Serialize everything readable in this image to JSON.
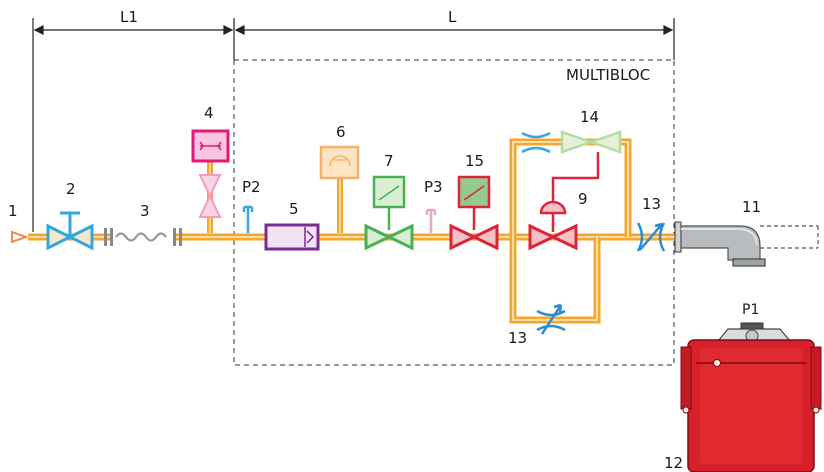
{
  "labels": {
    "dim_l1": "L1",
    "dim_l": "L",
    "multibloc": "MULTIBLOC",
    "n1": "1",
    "n2": "2",
    "n3": "3",
    "n4": "4",
    "n5": "5",
    "n6": "6",
    "n7": "7",
    "n9": "9",
    "n11": "11",
    "n12": "12",
    "n13_right": "13",
    "n13_bottom": "13",
    "n14": "14",
    "n15": "15",
    "p1": "P1",
    "p2": "P2",
    "p3": "P3"
  },
  "colors": {
    "gas_pipe": "#f4a630",
    "pipe_highlight": "#fff3c4",
    "inlet_arrow": "#f08a4b",
    "manual_valve": "#34a7dc",
    "filter": "#e21b7a",
    "pressure_regulator": "#7b2d8e",
    "gauge": "#f6b26b",
    "safety_valve": "#4caf50",
    "main_valve": "#d9263a",
    "adjuster": "#2b8ccf",
    "burner_body": "#d7202a",
    "outlet_pipe": "#a9a9a9"
  }
}
